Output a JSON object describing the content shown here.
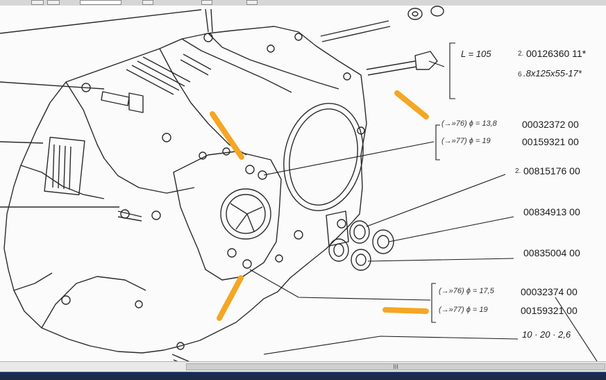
{
  "callouts": {
    "length_note": "L = 105",
    "part_a": "2.",
    "part_a_code": "00126360 11*",
    "part_b": "6",
    "part_b_code": ".8x125x55-17*",
    "row1_note": "(→»76) ϕ = 13,8",
    "row1_code": "00032372 00",
    "row2_note": "(→»77) ϕ = 19",
    "row2_code": "00159321 00",
    "qty3": "2.",
    "row3_code": "00815176 00",
    "row4_code": "00834913 00",
    "row5_code": "00835004 00",
    "row6_note": "(→»76) ϕ = 17,5",
    "row6_code": "00032374 00",
    "row7_note": "(→»77) ϕ = 19",
    "row7_code": "00159321 00",
    "row8_note": "10 · 20 · 2,6"
  },
  "scroll_grip": "III",
  "colors": {
    "highlight": "#f5a623",
    "ink": "#222222"
  }
}
